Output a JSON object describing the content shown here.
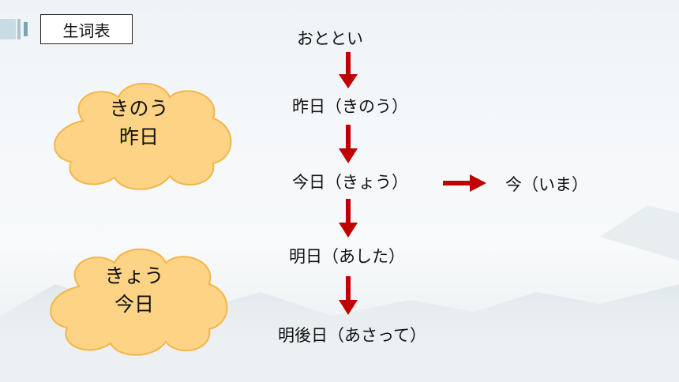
{
  "title": "生词表",
  "timeline": {
    "day_before_yesterday": "おととい",
    "yesterday": "昨日（きのう）",
    "today": "今日（きょう）",
    "tomorrow": "明日（あした）",
    "day_after_tomorrow": "明後日（あさって）",
    "now": "今（いま）"
  },
  "clouds": [
    {
      "reading": "きのう",
      "kanji": "昨日"
    },
    {
      "reading": "きょう",
      "kanji": "今日"
    }
  ],
  "colors": {
    "arrow": "#c00000",
    "cloud_fill": "#fdd385",
    "cloud_stroke": "#f3b64a"
  }
}
